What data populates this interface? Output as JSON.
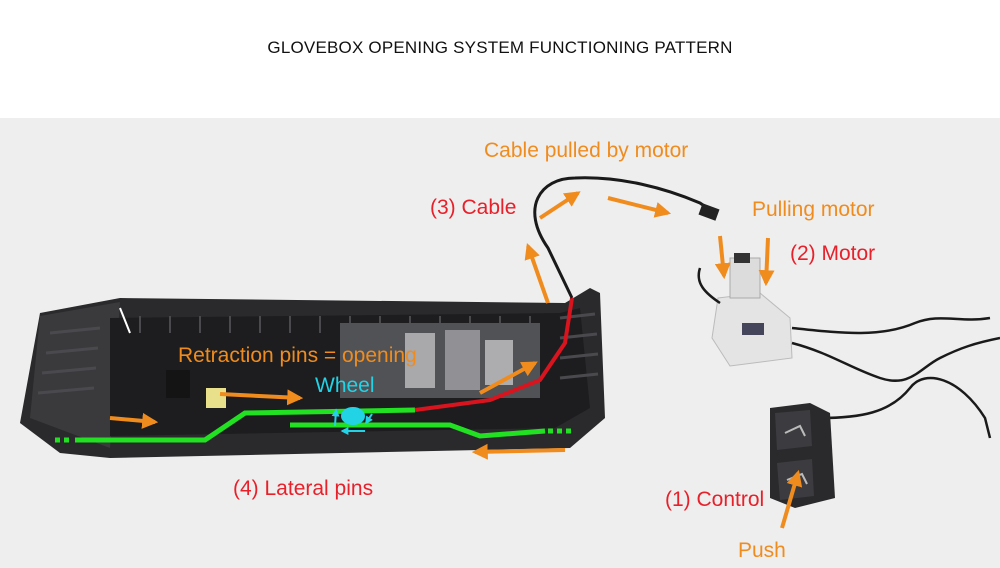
{
  "title": "GLOVEBOX OPENING SYSTEM FUNCTIONING PATTERN",
  "labels": {
    "cable_pulled": "Cable pulled by motor",
    "cable": "(3) Cable",
    "pulling_motor": "Pulling motor",
    "motor": "(2) Motor",
    "retraction": "Retraction pins = opening",
    "wheel": "Wheel",
    "lateral_pins": "(4) Lateral pins",
    "control": "(1) Control",
    "push": "Push"
  },
  "colors": {
    "annotation_orange": "#f08c1e",
    "annotation_red": "#e8202a",
    "wheel_cyan": "#22d3e6",
    "pin_green": "#22e022",
    "cable_red": "#d8141e"
  }
}
